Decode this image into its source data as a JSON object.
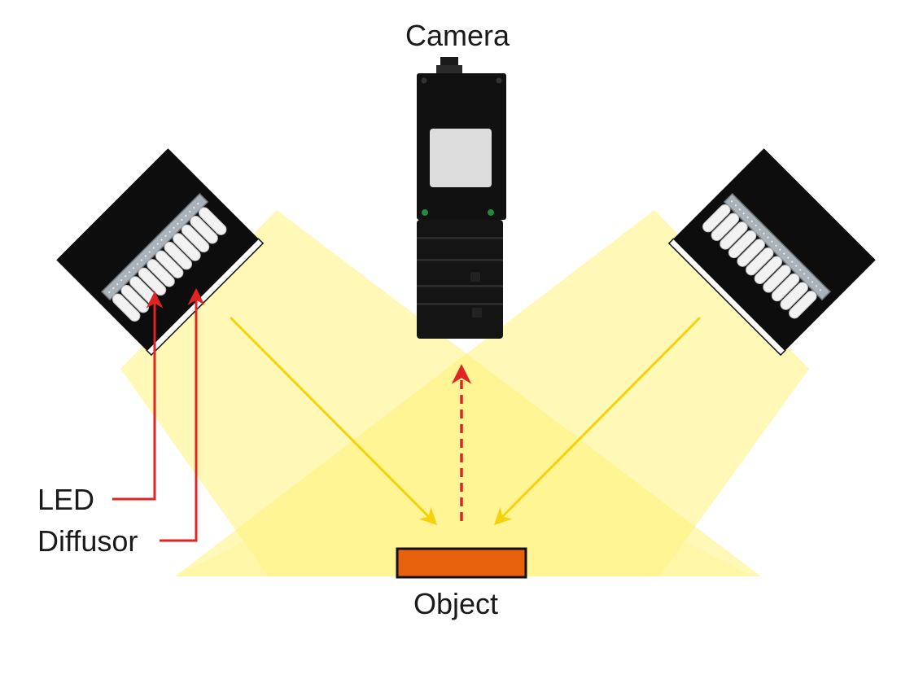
{
  "labels": {
    "camera": "Camera",
    "led": "LED",
    "diffusor": "Diffusor",
    "object": "Object"
  },
  "colors": {
    "light": "#fff27a",
    "light_arrow": "#f5d20a",
    "callout": "#e02323",
    "object_fill": "#e8610c",
    "housing": "#0d0d0d",
    "led": "#ffffff",
    "led_bar": "#a9b2b8"
  },
  "icons": {
    "camera": "camera-icon",
    "left_light": "led-panel-icon",
    "right_light": "led-panel-icon"
  }
}
